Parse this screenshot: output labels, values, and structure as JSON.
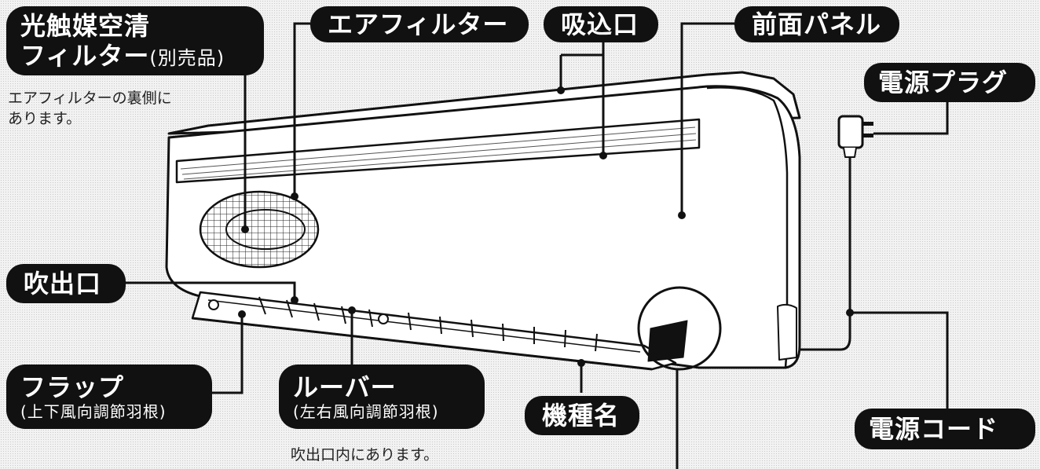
{
  "labels": {
    "photocatalyst_line1": "光触媒空清",
    "photocatalyst_line2": "フィルター",
    "photocatalyst_sub": "(別売品)",
    "photocatalyst_note_line1": "エアフィルターの裏側に",
    "photocatalyst_note_line2": "あります。",
    "air_filter": "エアフィルター",
    "intake": "吸込口",
    "front_panel": "前面パネル",
    "power_plug": "電源プラグ",
    "outlet": "吹出口",
    "flap": "フラップ",
    "flap_sub": "(上下風向調節羽根)",
    "louver": "ルーバー",
    "louver_sub": "(左右風向調節羽根)",
    "louver_note": "吹出口内にあります。",
    "model_name": "機種名",
    "power_cord": "電源コード"
  }
}
